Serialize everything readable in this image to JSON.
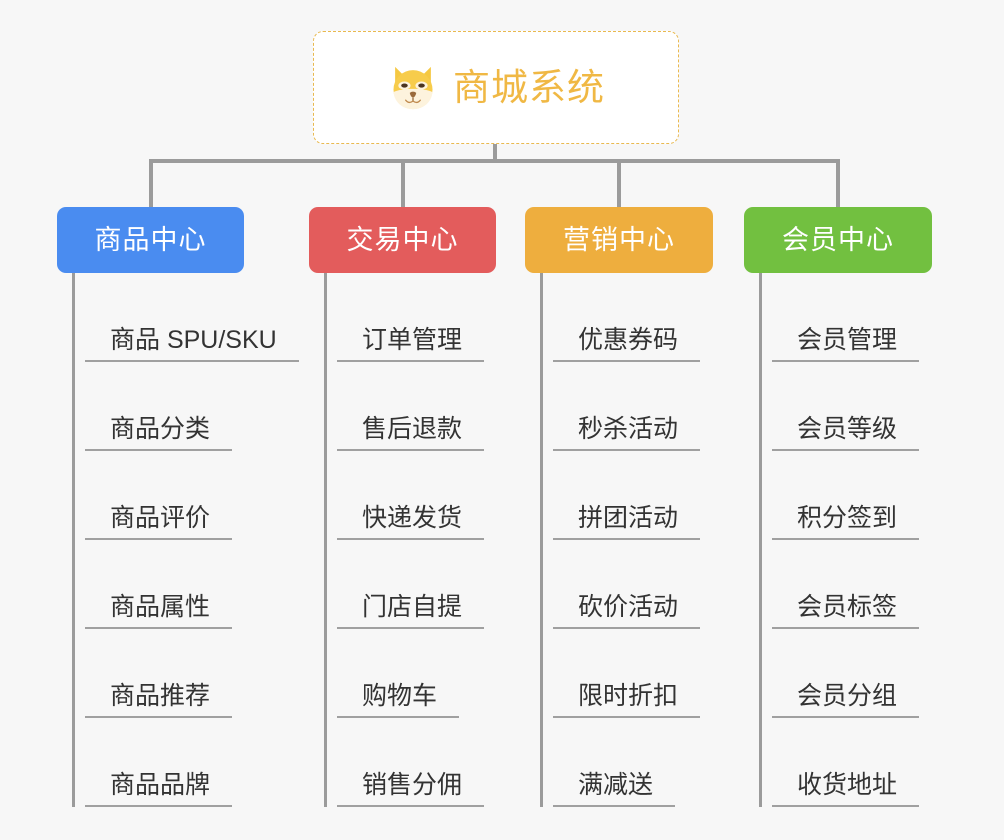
{
  "page": {
    "background_color": "#f7f7f7",
    "type": "mindmap"
  },
  "root": {
    "title": "商城系统",
    "icon": "shiba-inu-dog-face-icon",
    "text_color": "#f0b844",
    "border_color": "#e9b94f",
    "background_color": "#ffffff"
  },
  "branches": [
    {
      "label": "商品中心",
      "color": "#4a8cf0",
      "items": [
        "商品 SPU/SKU",
        "商品分类",
        "商品评价",
        "商品属性",
        "商品推荐",
        "商品品牌"
      ]
    },
    {
      "label": "交易中心",
      "color": "#e35c5c",
      "items": [
        "订单管理",
        "售后退款",
        "快递发货",
        "门店自提",
        "购物车",
        "销售分佣"
      ]
    },
    {
      "label": "营销中心",
      "color": "#eeae3e",
      "items": [
        "优惠券码",
        "秒杀活动",
        "拼团活动",
        "砍价活动",
        "限时折扣",
        "满减送"
      ]
    },
    {
      "label": "会员中心",
      "color": "#72c040",
      "items": [
        "会员管理",
        "会员等级",
        "积分签到",
        "会员标签",
        "会员分组",
        "收货地址"
      ]
    }
  ],
  "connector": {
    "color": "#9b9b9b"
  }
}
